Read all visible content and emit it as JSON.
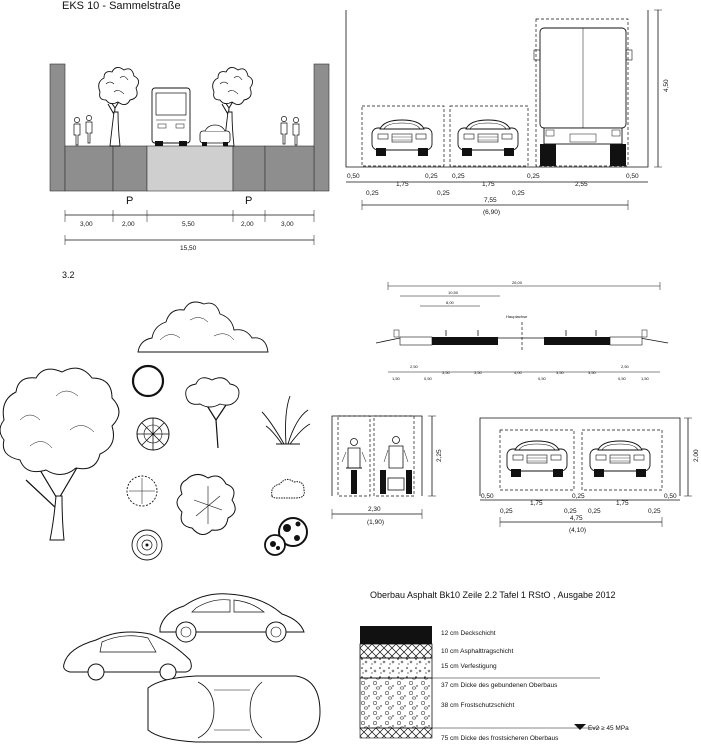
{
  "section_a": {
    "title": "EKS 10 - Sammelstraße",
    "parking_label": "P",
    "dims": [
      "3,00",
      "2,00",
      "5,50",
      "2,00",
      "3,00"
    ],
    "total": "15,50"
  },
  "section_b": {
    "height": "4,50",
    "top_dims": [
      "0,50",
      "1,75",
      "0,25",
      "0,25",
      "1,75",
      "0,25",
      "2,55",
      "0,50"
    ],
    "bottom_dims": [
      "0,25",
      "0,25",
      "0,25"
    ],
    "total": "7,55",
    "total_alt": "(6,90)"
  },
  "section_label": "3.2",
  "road_profile": {
    "top_dim": "26,00",
    "sub_dim_1": "10,50",
    "sub_dim_2": "8,00",
    "axis_label": "Hauptachse",
    "bottom_dims": [
      "1,50",
      "2,50",
      "0,50",
      "3,50",
      "3,50",
      "4,00",
      "0,50",
      "3,50",
      "3,50",
      "2,50",
      "0,50",
      "1,50"
    ]
  },
  "bike_section": {
    "height": "2,25",
    "total": "2,30",
    "total_alt": "(1,90)"
  },
  "car_section": {
    "height": "2,00",
    "top_dims": [
      "0,50",
      "1,75",
      "0,25",
      "1,75",
      "0,50"
    ],
    "bottom_dims": [
      "0,25",
      "0,25",
      "0,25",
      "0,25"
    ],
    "total": "4,75",
    "total_alt": "(4,10)"
  },
  "pavement": {
    "title": "Oberbau Asphalt Bk10  Zeile 2.2 Tafel 1 RStO , Ausgabe 2012",
    "layers": [
      "12 cm  Deckschicht",
      "10 cm  Asphalttragschicht",
      "15 cm  Verfestigung",
      "37 cm  Dicke des gebundenen Oberbaus",
      "38 cm  Frostschutzschicht",
      "75 cm  Dicke des frostsicheren Oberbaus"
    ],
    "ev2": "Ev2 ≥ 45 MPa"
  }
}
